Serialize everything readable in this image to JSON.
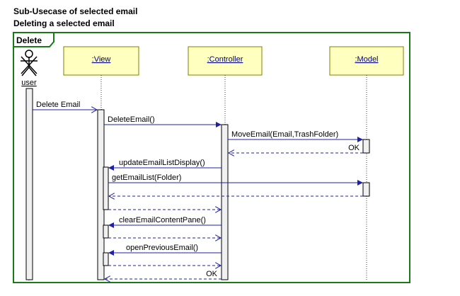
{
  "titles": {
    "line1": "Sub-Usecase of selected email",
    "line2": "Deleting a selected email"
  },
  "frame": {
    "label": "Delete"
  },
  "actor": {
    "name": "user"
  },
  "lifelines": [
    {
      "id": "view",
      "label": ":View"
    },
    {
      "id": "controller",
      "label": ":Controller"
    },
    {
      "id": "model",
      "label": ":Model"
    }
  ],
  "messages": [
    {
      "id": "m1",
      "label": "Delete Email",
      "kind": "sync-open"
    },
    {
      "id": "m2",
      "label": "DeleteEmail()",
      "kind": "sync"
    },
    {
      "id": "m3",
      "label": "MoveEmail(Email,TrashFolder)",
      "kind": "sync"
    },
    {
      "id": "m4",
      "label": "OK",
      "kind": "return"
    },
    {
      "id": "m5",
      "label": "updateEmailListDisplay()",
      "kind": "sync"
    },
    {
      "id": "m6",
      "label": "getEmailList(Folder)",
      "kind": "sync"
    },
    {
      "id": "m7",
      "label": "",
      "kind": "return"
    },
    {
      "id": "m8",
      "label": "",
      "kind": "return"
    },
    {
      "id": "m9",
      "label": "clearEmailContentPane()",
      "kind": "sync"
    },
    {
      "id": "m10",
      "label": "",
      "kind": "return"
    },
    {
      "id": "m11",
      "label": "openPreviousEmail()",
      "kind": "sync"
    },
    {
      "id": "m12",
      "label": "",
      "kind": "return"
    },
    {
      "id": "m13",
      "label": "OK",
      "kind": "return"
    }
  ],
  "colors": {
    "frame": "#1a7a1a",
    "box_fill": "#ffffc0",
    "box_stroke": "#808000",
    "arrow": "#1f1fa8",
    "activation_fill": "#f0f0f0",
    "link": "#000080"
  }
}
